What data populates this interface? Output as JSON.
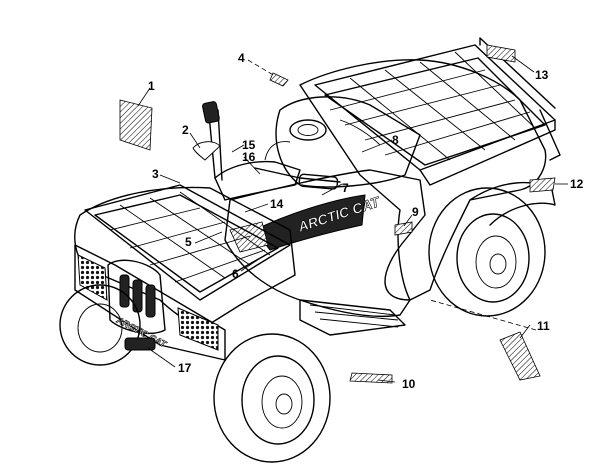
{
  "logo_text": "ARCTIC CAT",
  "callouts": [
    {
      "id": "1",
      "label": "1"
    },
    {
      "id": "2",
      "label": "2"
    },
    {
      "id": "3",
      "label": "3"
    },
    {
      "id": "4",
      "label": "4"
    },
    {
      "id": "5",
      "label": "5"
    },
    {
      "id": "6",
      "label": "6"
    },
    {
      "id": "7",
      "label": "7"
    },
    {
      "id": "8",
      "label": "8"
    },
    {
      "id": "9",
      "label": "9"
    },
    {
      "id": "10",
      "label": "10"
    },
    {
      "id": "11",
      "label": "11"
    },
    {
      "id": "12",
      "label": "12"
    },
    {
      "id": "13",
      "label": "13"
    },
    {
      "id": "14",
      "label": "14"
    },
    {
      "id": "15",
      "label": "15"
    },
    {
      "id": "16",
      "label": "16"
    },
    {
      "id": "17",
      "label": "17"
    }
  ]
}
